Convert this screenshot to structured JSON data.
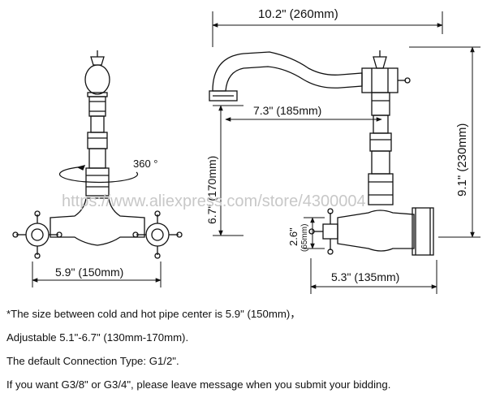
{
  "dimensions": {
    "spout_reach": "10.2\" (260mm)",
    "spout_inner": "7.3\" (185mm)",
    "total_height": "9.1\" (230mm)",
    "height_upper": "6.7\" (170mm)",
    "outlet_height": "2.6\"",
    "outlet_height_mm": "(65mm)",
    "pipe_center": "5.9\" (150mm)",
    "wall_depth": "5.3\" (135mm)",
    "rotation": "360 °"
  },
  "watermark": "https://www.aliexpress.com/store/4300004",
  "notes": [
    "*The size between cold and hot pipe center is 5.9\" (150mm)，",
    "Adjustable 5.1\"-6.7\" (130mm-170mm).",
    "The default Connection Type: G1/2\".",
    "If you want G3/8\" or G3/4\", please leave message when you submit your bidding."
  ],
  "colors": {
    "line": "#111111",
    "watermark": "#c8c8c8",
    "background": "#ffffff"
  }
}
